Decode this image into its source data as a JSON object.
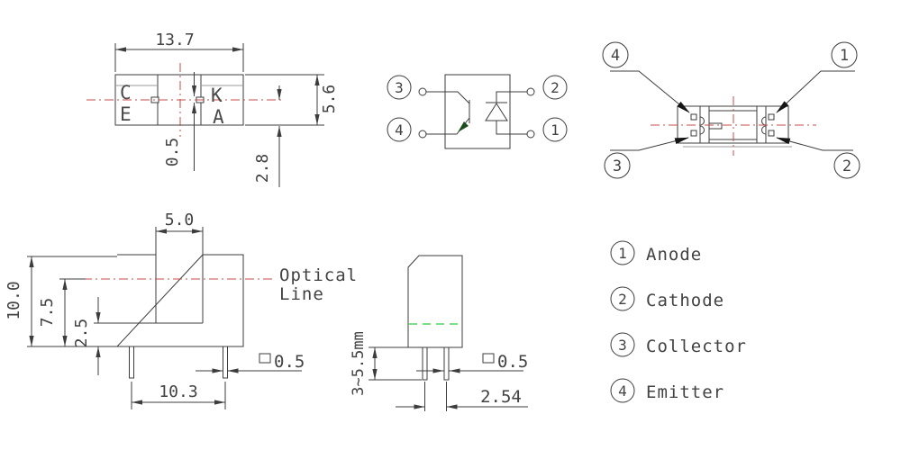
{
  "colors": {
    "line": "#3c3c3c",
    "centerline_red": "#c84b4b",
    "optical_green": "#2ecc40",
    "transistor_arrow_green": "#1d4d1d",
    "leader_black": "#151515"
  },
  "top_view": {
    "width_dim": "13.7",
    "height_dim": "5.6",
    "half_height_dim": "2.8",
    "pin_dim": "0.5",
    "collector_label": "C",
    "emitter_label": "E",
    "cathode_label": "K",
    "anode_label": "A"
  },
  "schematic": {
    "pin1": "1",
    "pin2": "2",
    "pin3": "3",
    "pin4": "4"
  },
  "bottom_view": {
    "pin1": "1",
    "pin2": "2",
    "pin3": "3",
    "pin4": "4"
  },
  "front_view": {
    "slot_width_dim": "5.0",
    "height_dim": "10.0",
    "optical_height_dim": "7.5",
    "slot_floor_dim": "2.5",
    "lead_span_dim": "10.3",
    "lead_width_dim": "0.5",
    "optical_label_line1": "Optical",
    "optical_label_line2": "Line"
  },
  "side_view": {
    "lead_length_dim": "3~5.5mm",
    "lead_width_dim": "0.5",
    "lead_pitch_dim": "2.54"
  },
  "legend": {
    "items": [
      {
        "num": "1",
        "name": "Anode"
      },
      {
        "num": "2",
        "name": "Cathode"
      },
      {
        "num": "3",
        "name": "Collector"
      },
      {
        "num": "4",
        "name": "Emitter"
      }
    ]
  }
}
